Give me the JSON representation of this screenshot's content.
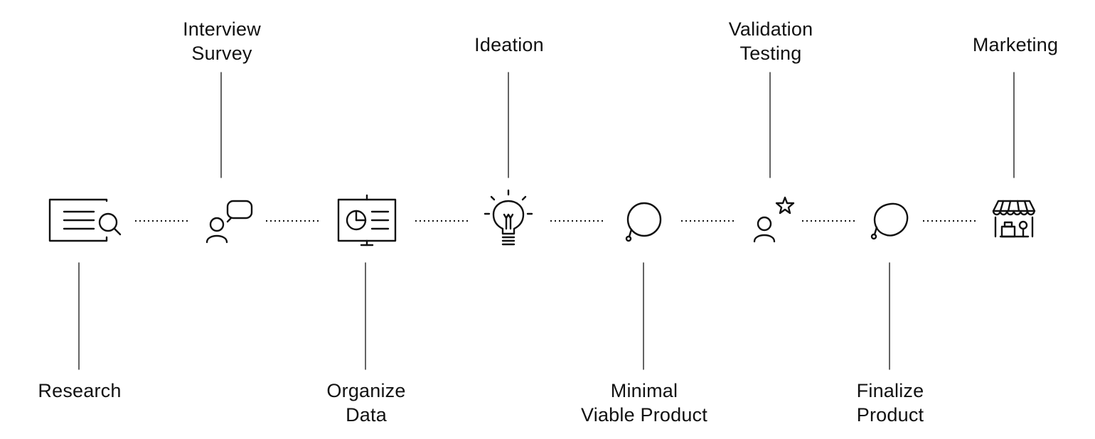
{
  "diagram": {
    "line_color": "#111111",
    "background": "#ffffff",
    "steps": [
      {
        "name": "research",
        "icon": "document-search-icon",
        "lines": [
          "Research"
        ],
        "position": "below"
      },
      {
        "name": "interview-survey",
        "icon": "person-speech-bubble-icon",
        "lines": [
          "Interview",
          "Survey"
        ],
        "position": "above"
      },
      {
        "name": "organize-data",
        "icon": "presentation-board-chart-icon",
        "lines": [
          "Organize",
          "Data"
        ],
        "position": "below"
      },
      {
        "name": "ideation",
        "icon": "lightbulb-icon",
        "lines": [
          "Ideation"
        ],
        "position": "above"
      },
      {
        "name": "minimal-viable-product",
        "icon": "circle-node-icon",
        "lines": [
          "Minimal",
          "Viable Product"
        ],
        "position": "below"
      },
      {
        "name": "validation-testing",
        "icon": "person-star-icon",
        "lines": [
          "Validation",
          "Testing"
        ],
        "position": "above"
      },
      {
        "name": "finalize-product",
        "icon": "blob-node-icon",
        "lines": [
          "Finalize",
          "Product"
        ],
        "position": "below"
      },
      {
        "name": "marketing",
        "icon": "market-stall-icon",
        "lines": [
          "Marketing"
        ],
        "position": "above"
      }
    ]
  }
}
